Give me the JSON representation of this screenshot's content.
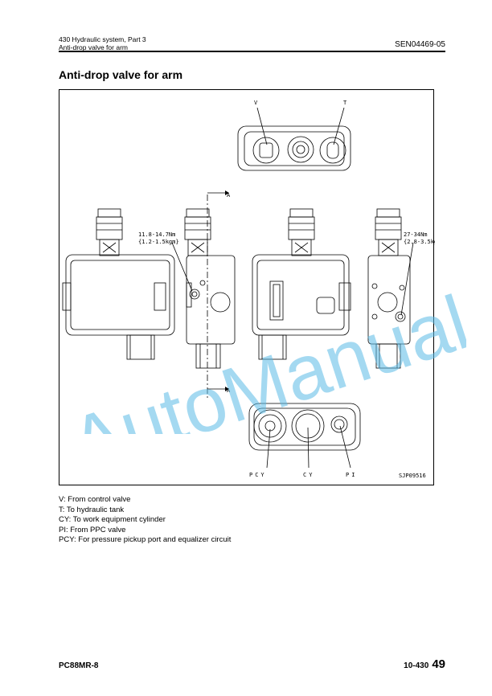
{
  "header": {
    "chapter": "430 Hydraulic system, Part 3",
    "section": "Anti-drop valve for arm",
    "doc_code": "SEN04469-05"
  },
  "title": "Anti-drop valve for arm",
  "figure": {
    "labels": {
      "v": "V",
      "t": "T",
      "a_top": "A",
      "a_bottom": "A",
      "torque1_line1": "11.8-14.7Nm",
      "torque1_line2": "{1.2-1.5kgm}",
      "torque2_line1": "27-34Nm",
      "torque2_line2": "{2.8-3.5kgm}",
      "pcy": "PCY",
      "cy": "CY",
      "pi": "PI",
      "figure_id": "SJP09516"
    }
  },
  "legend": [
    "V: From control valve",
    "T: To hydraulic tank",
    "CY: To work equipment cylinder",
    "PI: From PPC valve",
    "PCY: For pressure pickup port and equalizer circuit"
  ],
  "watermark": "AutoManual",
  "footer": {
    "model": "PC88MR-8",
    "page_ref": "10-430",
    "page_num": "49"
  }
}
